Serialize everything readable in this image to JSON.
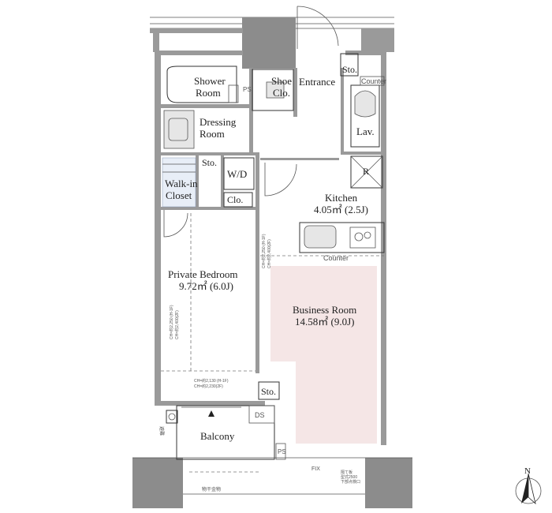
{
  "rooms": {
    "shower": {
      "line1": "Shower",
      "line2": "Room"
    },
    "shoe": {
      "line1": "Shoe",
      "line2": "Clo."
    },
    "entrance": "Entrance",
    "sto_top": "Sto.",
    "counter_top": "Counter",
    "lav": "Lav.",
    "dressing": {
      "line1": "Dressing",
      "line2": "Room"
    },
    "sto_mid": "Sto.",
    "wd": "W/D",
    "walkin": {
      "line1": "Walk-in",
      "line2": "Closet"
    },
    "clo": "Clo.",
    "kitchen": {
      "name": "Kitchen",
      "area": "4.05㎡ (2.5J)"
    },
    "refrigerator": "R",
    "counter_kitchen": "Counter",
    "bedroom": {
      "name": "Private Bedroom",
      "area": "9.72㎡ (6.0J)"
    },
    "business": {
      "name": "Business Room",
      "area": "14.58㎡ (9.0J)"
    },
    "sto_bottom": "Sto.",
    "balcony": "Balcony",
    "ds": "DS",
    "ps_top": "PS",
    "ps_bottom": "PS",
    "fix": "FIX"
  },
  "annotations": {
    "ch_bed_1": "CH=約2,130 (H-1F)",
    "ch_bed_2": "CH=約2,230(2F)",
    "ch_vert_a": "CH=約2,250 (H-1F)",
    "ch_vert_b": "CH=約2,400(2F)",
    "ch_left_a": "CH=約2,250 (H-1F)",
    "ch_left_b": "CH=約2,400(2F)",
    "drying": "物干金物",
    "emergency": "避難",
    "partition_1": "隔て板",
    "partition_2": "型式2500",
    "partition_3": "下部点検口"
  },
  "compass": {
    "label": "N"
  },
  "colors": {
    "business_fill": "#f5e6e6",
    "wall": "#9a9a9a",
    "fixture_fill": "#e6e6e6"
  }
}
